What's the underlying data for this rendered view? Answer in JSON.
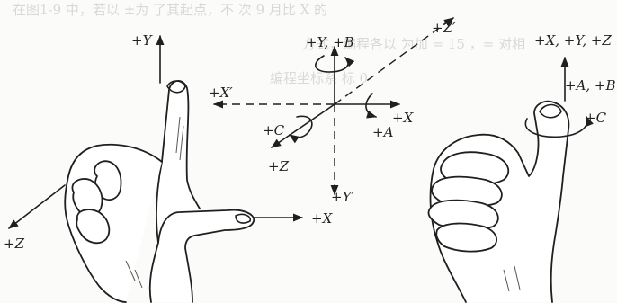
{
  "left_hand": {
    "axis_y": "+Y",
    "axis_x": "+X",
    "axis_z": "+Z"
  },
  "center_axes": {
    "y_b": "+Y, +B",
    "z_prime": "+Z′",
    "x_prime": "+X′",
    "c": "+C",
    "z": "+Z",
    "x": "+X",
    "a": "+A",
    "y_prime": "+Y′"
  },
  "right_hand": {
    "xyz": "+X, +Y, +Z",
    "ab": "+A, +B",
    "c": "+C"
  },
  "background_bleed": {
    "line1": "在图1-9 中，若以 ±为 了其起点，不 次 9 月比 X 的",
    "line2": "方式，编程各以 为加 = 15 ，= 对相",
    "line3": "编程坐标系 标 0"
  }
}
